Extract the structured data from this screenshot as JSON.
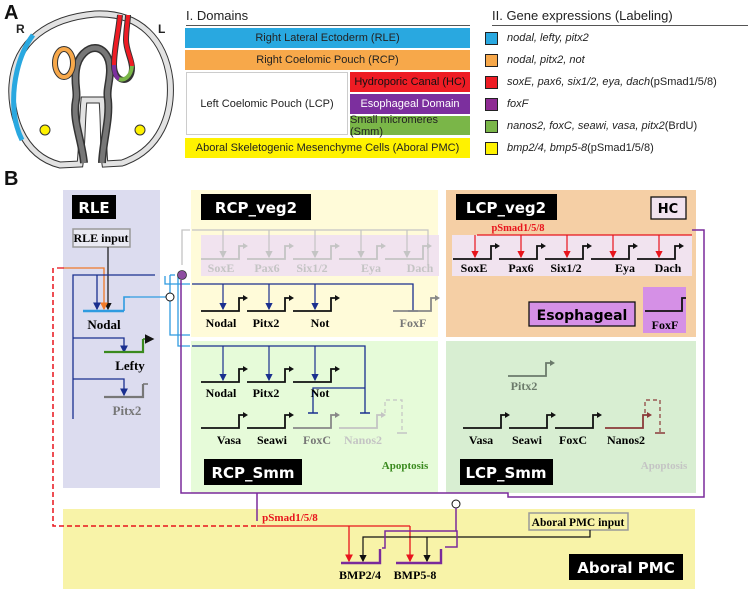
{
  "panel_a": {
    "label": "A",
    "side_left": "R",
    "side_right": "L",
    "domains_header": "I. Domains",
    "genes_header": "II. Gene expressions (Labeling)",
    "domains": [
      {
        "name": "Right Lateral Ectoderm (RLE)",
        "color": "#29a8e0"
      },
      {
        "name": "Right Coelomic Pouch (RCP)",
        "color": "#f7a84a"
      },
      {
        "name": "Left Coelomic Pouch (LCP)",
        "color": "#ffffff"
      },
      {
        "name": "Hydroporic Canal (HC)",
        "color": "#ee1c24"
      },
      {
        "name": "Esophageal Domain",
        "color": "#7c2f9e"
      },
      {
        "name": "Small micromeres (Smm)",
        "color": "#7ab648"
      },
      {
        "name": "Aboral Skeletogenic Mesenchyme Cells (Aboral PMC)",
        "color": "#fff200"
      }
    ],
    "gene_expressions": [
      {
        "genes": "nodal, lefty, pitx2",
        "labeling": "",
        "color": "#29a8e0"
      },
      {
        "genes": "nodal, pitx2, not",
        "labeling": "",
        "color": "#f7a84a"
      },
      {
        "genes": "soxE, pax6, six1/2, eya, dach",
        "labeling": " (pSmad1/5/8)",
        "color": "#ee1c24"
      },
      {
        "genes": "foxF",
        "labeling": "",
        "color": "#8e2a93"
      },
      {
        "genes": "nanos2, foxC, seawi, vasa, pitx2",
        "labeling": " (BrdU)",
        "color": "#7ab648"
      },
      {
        "genes": "bmp2/4, bmp5-8",
        "labeling": " (pSmad1/5/8)",
        "color": "#fff200"
      }
    ]
  },
  "panel_b": {
    "label": "B",
    "regions": {
      "rle": "RLE",
      "rcp_veg2": "RCP_veg2",
      "lcp_veg2": "LCP_veg2",
      "hc": "HC",
      "esophageal": "Esophageal",
      "rcp_smm": "RCP_Smm",
      "lcp_smm": "LCP_Smm",
      "aboral_pmc": "Aboral PMC"
    },
    "inputs": {
      "rle_input": "RLE input",
      "aboral_pmc_input": "Aboral PMC input"
    },
    "signals": {
      "psmad_lcp": "pSmad1/5/8",
      "psmad_pmc": "pSmad1/5/8",
      "apoptosis_rcp": "Apoptosis",
      "apoptosis_lcp": "Apoptosis"
    },
    "genes": {
      "rle": [
        "Nodal",
        "Lefty",
        "Pitx2"
      ],
      "rcp_veg2_inactive": [
        "SoxE",
        "Pax6",
        "Six1/2",
        "Eya",
        "Dach"
      ],
      "rcp_veg2_active": [
        "Nodal",
        "Pitx2",
        "Not",
        "FoxF"
      ],
      "lcp_veg2_hc": [
        "SoxE",
        "Pax6",
        "Six1/2",
        "Eya",
        "Dach"
      ],
      "lcp_veg2_eso": [
        "FoxF"
      ],
      "rcp_smm_row1": [
        "Nodal",
        "Pitx2",
        "Not"
      ],
      "rcp_smm_row2": [
        "Vasa",
        "Seawi",
        "FoxC",
        "Nanos2"
      ],
      "lcp_smm_row1": [
        "Pitx2"
      ],
      "lcp_smm_row2": [
        "Vasa",
        "Seawi",
        "FoxC",
        "Nanos2"
      ],
      "aboral_pmc": [
        "BMP2/4",
        "BMP5-8"
      ]
    },
    "colors": {
      "rle_bg": "#dcdcef",
      "rcp_veg2_bg": "#fffbd9",
      "lcp_veg2_bg": "#f5cfa5",
      "rcp_smm_bg": "#e6fbd9",
      "lcp_smm_bg": "#d8eed2",
      "pmc_bg": "#f8f3a8",
      "nodal_link": "#1a2f8f",
      "rle_signal": "#2f9be0",
      "psmad": "#e8141c",
      "purple_link": "#7a2a9b"
    }
  }
}
